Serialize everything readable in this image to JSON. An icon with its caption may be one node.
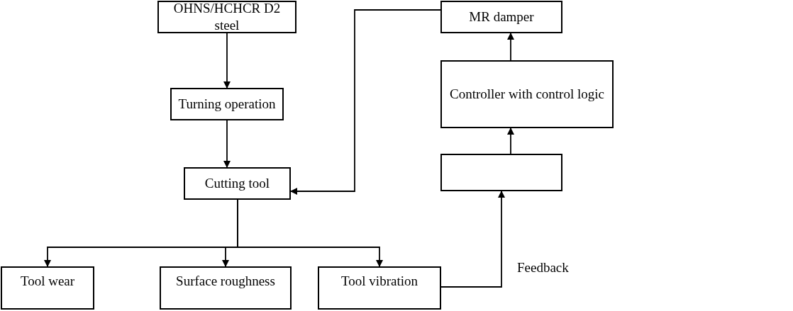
{
  "diagram": {
    "nodes": [
      {
        "text": [
          "OHNS/HCHCR D2 steel"
        ]
      },
      {
        "text": [
          "Turning operation"
        ]
      },
      {
        "text": [
          "Cutting tool"
        ]
      },
      {
        "text": [
          "Tool wear"
        ]
      },
      {
        "text": [
          "Surface roughness"
        ]
      },
      {
        "text": [
          "Tool vibration"
        ]
      },
      {
        "text": [
          "MR damper"
        ]
      },
      {
        "text": [
          "Controller with control logic"
        ]
      },
      {
        "text": [],
        "shape": "box"
      }
    ],
    "edges": [
      {
        "from": 0,
        "to": 1,
        "arrow": "to"
      },
      {
        "from": 1,
        "to": 2,
        "arrow": "to"
      },
      {
        "from": 2,
        "to": 3,
        "arrow": "to"
      },
      {
        "from": 2,
        "to": 4,
        "arrow": "to"
      },
      {
        "from": 2,
        "to": 5,
        "arrow": "to"
      },
      {
        "from": 5,
        "to": 8,
        "label": "Feedback",
        "arrow": "to"
      },
      {
        "from": 8,
        "to": 7,
        "arrow": "to"
      },
      {
        "from": 7,
        "to": 6,
        "arrow": "to"
      },
      {
        "from": 6,
        "to": 2,
        "arrow": "to"
      }
    ]
  }
}
